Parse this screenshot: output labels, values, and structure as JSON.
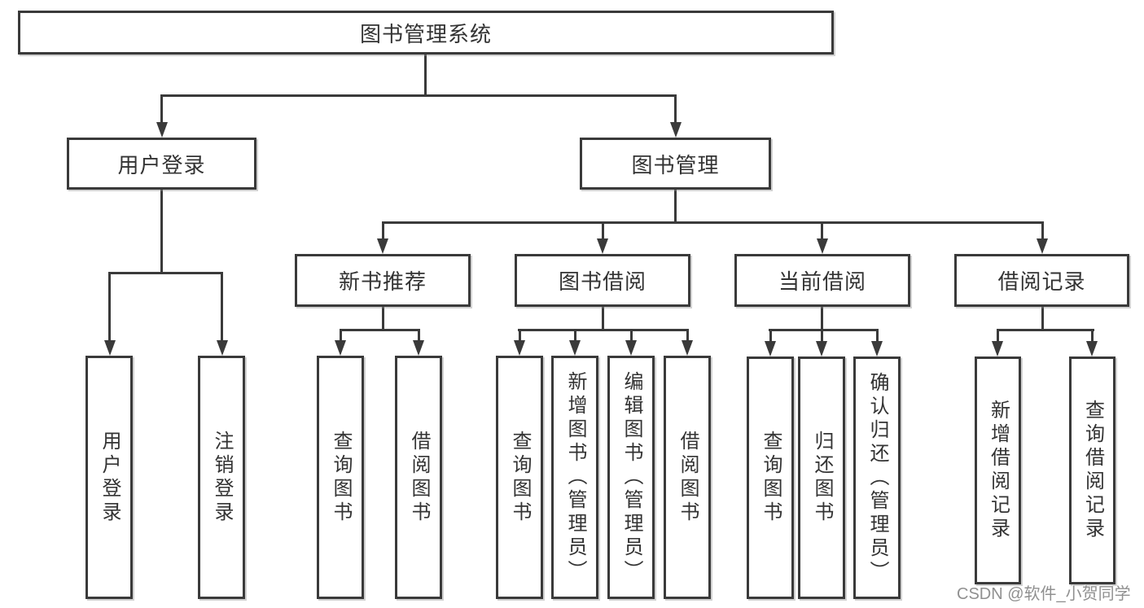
{
  "diagram": {
    "root": "图书管理系统",
    "level2": {
      "login": "用户登录",
      "management": "图书管理"
    },
    "level3": {
      "recommend": "新书推荐",
      "borrow": "图书借阅",
      "current": "当前借阅",
      "records": "借阅记录"
    },
    "leaves": {
      "login_login": "用户登录",
      "login_logout": "注销登录",
      "rec_query": "查询图书",
      "rec_borrow": "借阅图书",
      "bor_query": "查询图书",
      "bor_add": "新增图书（管理员）",
      "bor_edit": "编辑图书（管理员）",
      "bor_borrow": "借阅图书",
      "cur_query": "查询图书",
      "cur_return": "归还图书",
      "cur_confirm": "确认归还（管理员）",
      "his_add": "新增借阅记录",
      "his_query": "查询借阅记录"
    },
    "watermark": "CSDN @软件_小贺同学",
    "colors": {
      "line": "#3a3a3a",
      "text": "#333333",
      "watermark": "#909090",
      "background": "#ffffff"
    }
  }
}
